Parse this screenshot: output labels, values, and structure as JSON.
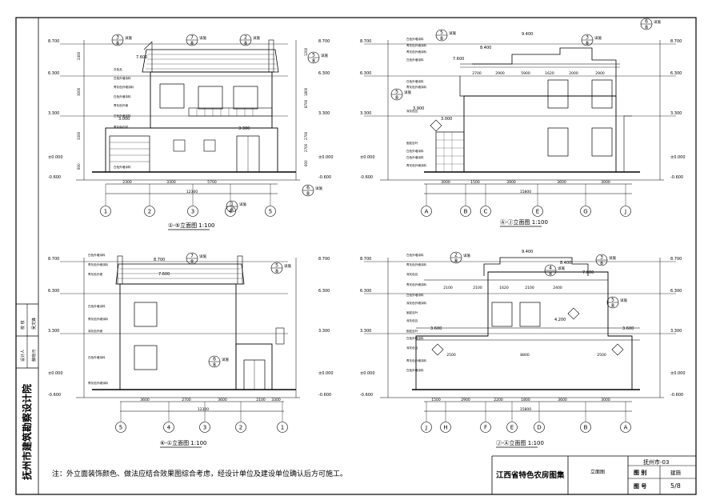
{
  "views": [
    {
      "title": "①-⑤立面图",
      "scale": "1:100",
      "levels_left": [
        "8.700",
        "6.300",
        "3.300",
        "±0.000",
        "-0.600"
      ],
      "levels_right": [
        "8.700",
        "6.300",
        "3.300",
        "±0.000",
        "-0.600"
      ],
      "spot_levels": [
        "7.600",
        "3.000",
        "3.300"
      ],
      "dims_bottom": [
        "2300",
        "3300",
        "5700"
      ],
      "dims_total": "12300",
      "dims_side": [
        "2400",
        "3000",
        "3300",
        "600"
      ],
      "dims_side2": [
        "1200",
        "1800",
        "8700",
        "2700",
        "600",
        "2700"
      ],
      "axes": [
        "1",
        "2",
        "3",
        "4",
        "5"
      ],
      "callouts": [
        {
          "top": "3",
          "bottom": "8",
          "label": "详施"
        },
        {
          "top": "7",
          "bottom": "8",
          "label": "详施"
        },
        {
          "top": "2",
          "bottom": "8",
          "label": "详施"
        },
        {
          "top": "5",
          "bottom": "8",
          "label": "详施"
        },
        {
          "top": "6",
          "bottom": "8",
          "label": "详施"
        },
        {
          "top": "1",
          "bottom": "8",
          "label": "详施"
        }
      ],
      "notes": [
        "灰色瓦",
        "白色外墙涂料",
        "青灰色外墙涂料",
        "白色外墙涂料",
        "青灰色外墙",
        "白色外墙涂料",
        "青灰色石材",
        "白色外墙涂料"
      ]
    },
    {
      "title": "Ⓐ-Ⓙ立面图",
      "scale": "1:100",
      "levels_left": [
        "8.700",
        "6.300",
        "3.300",
        "±0.000",
        "-0.600"
      ],
      "levels_right": [
        "8.700",
        "6.300",
        "3.300",
        "±0.000",
        "-0.600"
      ],
      "spot_levels": [
        "9.400",
        "8.400",
        "7.600",
        "3.900",
        "3.000"
      ],
      "dims_top": [
        "2700",
        "2900",
        "5900",
        "1620",
        "2000",
        "2900"
      ],
      "dims_bottom": [
        "3000",
        "1500",
        "3900",
        "3600",
        "3000"
      ],
      "dims_total": "15800",
      "axes": [
        "A",
        "B",
        "C",
        "E",
        "G",
        "J"
      ],
      "callouts": [
        {
          "top": "5",
          "bottom": "8",
          "label": "详施"
        },
        {
          "top": "3",
          "bottom": "8",
          "label": "详施"
        },
        {
          "top": "6",
          "bottom": "8",
          "label": "详施"
        },
        {
          "top": "5",
          "bottom": "8",
          "label": "详施"
        }
      ],
      "notes": [
        "白色外墙涂料",
        "青灰色外墙涂料",
        "青灰色外墙涂料",
        "白色外墙涂料",
        "白色外墙涂料",
        "青灰色外墙涂料",
        "深灰色瓦",
        "固定百叶",
        "白色外墙涂料",
        "白色外墙涂料",
        "青灰色外墙涂料"
      ]
    },
    {
      "title": "⑥-①立面图",
      "scale": "1:100",
      "levels_left": [
        "8.700",
        "6.300",
        "3.300",
        "±0.000",
        "-0.600"
      ],
      "levels_right": [
        "8.700",
        "6.300",
        "3.300",
        "±0.000",
        "-0.600"
      ],
      "spot_levels": [
        "8.700",
        "7.600"
      ],
      "dims_bottom": [
        "3600",
        "2700",
        "3600",
        "2100",
        "3300"
      ],
      "dims_total": "12300",
      "axes": [
        "5",
        "4",
        "3",
        "2",
        "1"
      ],
      "callouts": [
        {
          "top": "7",
          "bottom": "8",
          "label": "详施"
        },
        {
          "top": "5",
          "bottom": "8",
          "label": "详施"
        },
        {
          "top": "6",
          "bottom": "8",
          "label": "详施"
        }
      ],
      "notes": [
        "白色外墙涂料",
        "青灰色外墙涂料",
        "青灰色外墙",
        "白色外墙涂料",
        "青灰色外墙涂料",
        "深灰色外墙",
        "白色外墙涂料",
        "青灰色外墙涂料"
      ]
    },
    {
      "title": "Ⓙ-Ⓐ立面图",
      "scale": "1:100",
      "levels_left": [
        "8.700",
        "6.300",
        "3.300",
        "±0.000",
        "-0.600"
      ],
      "levels_right": [
        "8.700",
        "6.300",
        "3.300",
        "±0.000",
        "-0.600"
      ],
      "spot_levels": [
        "9.400",
        "8.400",
        "7.600",
        "4.200",
        "3.600",
        "3.600"
      ],
      "dims_top": [
        "2100",
        "2100",
        "1620",
        "2100",
        "2400"
      ],
      "dims_mid": [
        "2500",
        "8800",
        "2500"
      ],
      "dims_bottom": [
        "1500",
        "2900",
        "2200",
        "1800",
        "3600",
        "3000"
      ],
      "dims_total": "15800",
      "axes": [
        "J",
        "H",
        "F",
        "E",
        "D",
        "B",
        "A"
      ],
      "callouts": [
        {
          "top": "2",
          "bottom": "8",
          "label": "详施"
        },
        {
          "top": "4",
          "bottom": "8",
          "label": "详施"
        },
        {
          "top": "3",
          "bottom": "8",
          "label": "详施"
        },
        {
          "top": "5",
          "bottom": "8",
          "label": "详施"
        }
      ],
      "notes": [
        "白色外墙涂料",
        "青灰色外墙涂料",
        "深灰色瓦",
        "青灰色外墙涂料",
        "白色外墙涂料",
        "深灰色外墙涂料",
        "固定百叶",
        "深灰色瓦",
        "固定百叶",
        "白色外墙涂料",
        "深灰色瓦",
        "青灰色外墙涂料",
        "白色外墙涂料"
      ]
    }
  ],
  "sidebar": {
    "institute": "抚州市建筑勘察设计院",
    "roles": [
      "设计人",
      "校 核"
    ],
    "names": [
      "吴文锋",
      "薛晓河"
    ]
  },
  "footer": {
    "note": "注：外立面装饰颜色、做法应结合效果图综合考虑，经设计单位及建设单位确认后方可施工。",
    "atlas": "江西省特色农房图集",
    "sheet_name": "立面图",
    "project": "抚州市-03",
    "label_category": "图 别",
    "category": "建施",
    "label_number": "图 号",
    "number": "5/8"
  }
}
